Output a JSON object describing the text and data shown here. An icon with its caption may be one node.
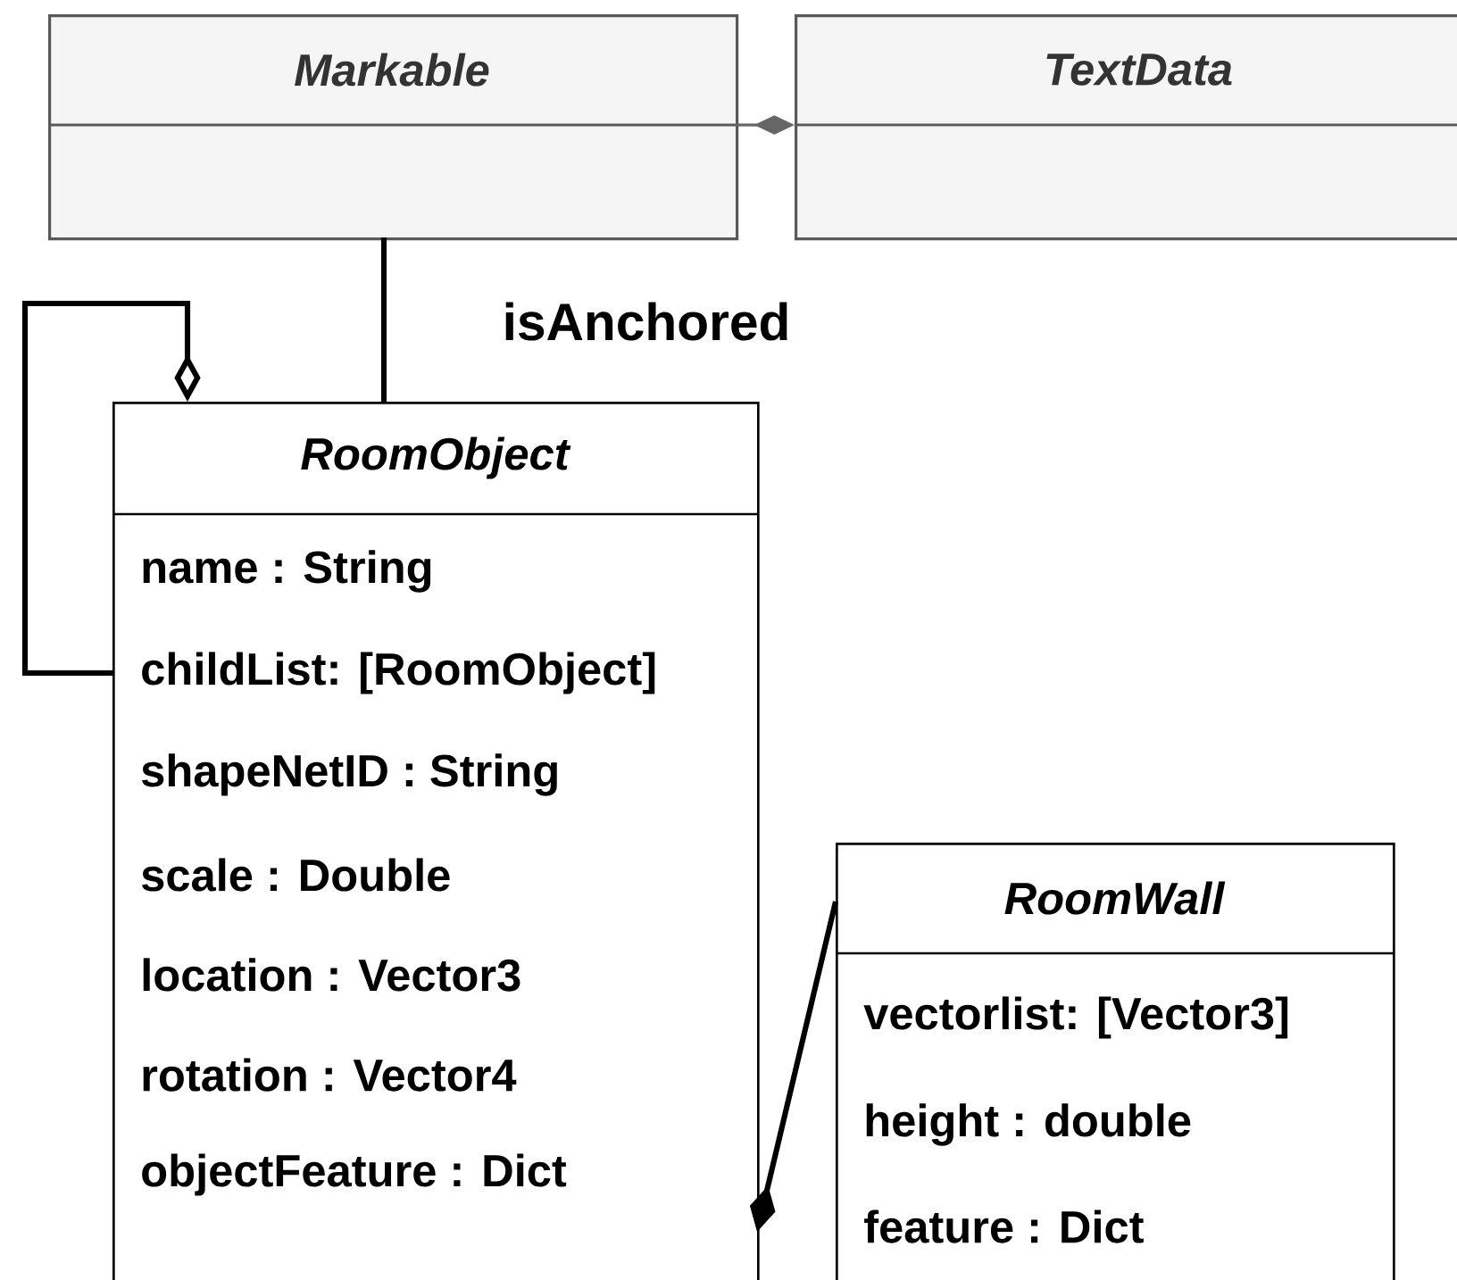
{
  "diagram": {
    "nodes": [
      {
        "text": [
          "Markable"
        ]
      },
      {
        "text": [
          "TextData"
        ]
      },
      {
        "text": [
          "RoomObject",
          "name : String",
          "childList: [RoomObject]",
          "shapeNetID : String",
          "scale : Double",
          "location : Vector3",
          "rotation : Vector4",
          "objectFeature : Dict"
        ]
      },
      {
        "text": [
          "RoomWall",
          "vectorlist: [Vector3]",
          "height : double",
          "feature : Dict"
        ]
      }
    ],
    "edges": [
      {
        "from": 0,
        "to": 1,
        "arrow": "other",
        "color": "#666666"
      },
      {
        "from": 0,
        "to": 2,
        "arrow": "none",
        "label": "isAnchored"
      },
      {
        "from": 2,
        "to": 2,
        "arrow": "other"
      },
      {
        "from": 3,
        "to": 2,
        "arrow": "other"
      }
    ]
  }
}
